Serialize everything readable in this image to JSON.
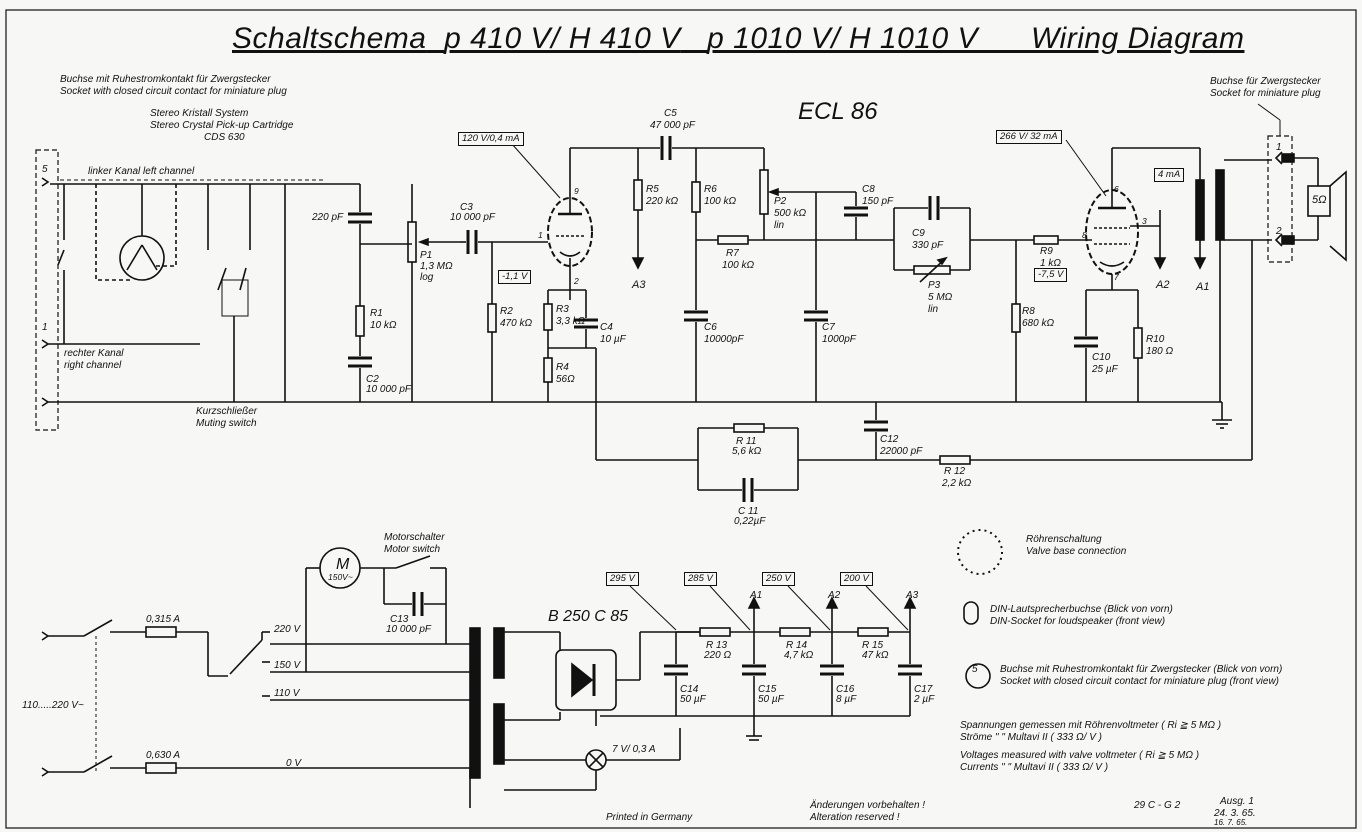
{
  "title": {
    "part1": "Schaltschema",
    "part2": "p 410 V/ H 410 V",
    "part3": "p 1010 V/ H 1010 V",
    "part4": "Wiring   Diagram"
  },
  "tube_name": "ECL 86",
  "input_socket": {
    "de": "Buchse mit Ruhestromkontakt für Zwergstecker",
    "en": "Socket with closed circuit contact for miniature plug"
  },
  "cartridge": {
    "line1": "Stereo Kristall System",
    "line2": "Stereo Crystal Pick-up Cartridge",
    "line3": "CDS 630"
  },
  "channels": {
    "left": "linker Kanal    left channel",
    "right_de": "rechter Kanal",
    "right_en": "right channel"
  },
  "muting": {
    "de": "Kurzschließer",
    "en": "Muting switch"
  },
  "output_socket": {
    "de": "Buchse für Zwergstecker",
    "en": "Socket for miniature plug"
  },
  "speaker": "5Ω",
  "voltage_boxes": {
    "v1": "120 V/0,4 mA",
    "v2": "266 V/ 32 mA",
    "v3": "4 mA",
    "v4": "-1,1 V",
    "v5": "-7,5 V",
    "ps1": "295 V",
    "ps2": "285 V",
    "ps3": "250 V",
    "ps4": "200 V"
  },
  "components": {
    "c5": "C5",
    "c5v": "47 000 pF",
    "c3": "C3",
    "c3v": "10 000 pF",
    "c2": "C2",
    "c2v": "10 000 pF",
    "c220": "220 pF",
    "r1": "R1",
    "r1v": "10 kΩ",
    "p1": "P1",
    "p1v": "1,3 MΩ",
    "p1t": "log",
    "r2": "R2",
    "r2v": "470 kΩ",
    "r3": "R3",
    "r3v": "3,3 kΩ",
    "c4": "C4",
    "c4v": "10 µF",
    "r4": "R4",
    "r4v": "56Ω",
    "r5": "R5",
    "r5v": "220 kΩ",
    "r6": "R6",
    "r6v": "100 kΩ",
    "r7": "R7",
    "r7v": "100 kΩ",
    "p2": "P2",
    "p2v": "500 kΩ",
    "p2t": "lin",
    "c6": "C6",
    "c6v": "10000pF",
    "c7": "C7",
    "c7v": "1000pF",
    "c8": "C8",
    "c8v": "150 pF",
    "c9": "C9",
    "c9v": "330 pF",
    "p3": "P3",
    "p3v": "5 MΩ",
    "p3t": "lin",
    "r9": "R9",
    "r9v": "1 kΩ",
    "r8": "R8",
    "r8v": "680 kΩ",
    "c10": "C10",
    "c10v": "25 µF",
    "r10": "R10",
    "r10v": "180 Ω",
    "r11": "R 11",
    "r11v": "5,6 kΩ",
    "c11": "C 11",
    "c11v": "0,22µF",
    "c12": "C12",
    "c12v": "22000 pF",
    "r12": "R 12",
    "r12v": "2,2 kΩ",
    "a1": "A1",
    "a2": "A2",
    "a3": "A3"
  },
  "power": {
    "motor": "M",
    "motor_v": "150V~",
    "motor_switch_de": "Motorschalter",
    "motor_switch_en": "Motor switch",
    "c13": "C13",
    "c13v": "10 000 pF",
    "fuse1": "0,315 A",
    "fuse2": "0,630 A",
    "mains": "110.....220 V~",
    "tap220": "220 V",
    "tap150": "150 V",
    "tap110": "110 V",
    "tap0": "0 V",
    "rectifier": "B 250  C 85",
    "lamp": "7 V/ 0,3 A",
    "r13": "R 13",
    "r13v": "220 Ω",
    "r14": "R 14",
    "r14v": "4,7 kΩ",
    "r15": "R 15",
    "r15v": "47 kΩ",
    "c14": "C14",
    "c14v": "50 µF",
    "c15": "C15",
    "c15v": "50 µF",
    "c16": "C16",
    "c16v": "8 µF",
    "c17": "C17",
    "c17v": "2 µF",
    "a1": "A1",
    "a2": "A2",
    "a3": "A3"
  },
  "legend": {
    "valve_de": "Röhrenschaltung",
    "valve_en": "Valve base connection",
    "din_de": "DIN-Lautsprecherbuchse (Blick von vorn)",
    "din_en": "DIN-Socket for loudspeaker (front view)",
    "sock_de": "Buchse mit Ruhestromkontakt für Zwergstecker (Blick von vorn)",
    "sock_en": "Socket with closed circuit contact for miniature plug (front view)",
    "meas1": "Spannungen gemessen mit Röhrenvoltmeter ( Ri ≧ 5 MΩ )",
    "meas2": "Ströme            \"          \"  Multavi II  ( 333 Ω/ V )",
    "meas3": "Voltages measured with valve voltmeter ( Ri ≧ 5 MΩ )",
    "meas4": "Currents          \"          \"  Multavi II  ( 333 Ω/ V )"
  },
  "footer": {
    "printed": "Printed in Germany",
    "changes_de": "Änderungen vorbehalten !",
    "changes_en": "Alteration reserved !",
    "code": "29 C - G 2",
    "issue": "Ausg. 1",
    "date1": "24. 3. 65.",
    "date2": "16. 7. 65."
  },
  "pins": {
    "p1": "1",
    "p2": "2",
    "p3": "3",
    "p5": "5",
    "p6": "6",
    "p7": "7",
    "p8": "8",
    "p9": "9",
    "s1": "1",
    "s2": "2",
    "s5": "5",
    "in1": "1",
    "in5": "5"
  }
}
